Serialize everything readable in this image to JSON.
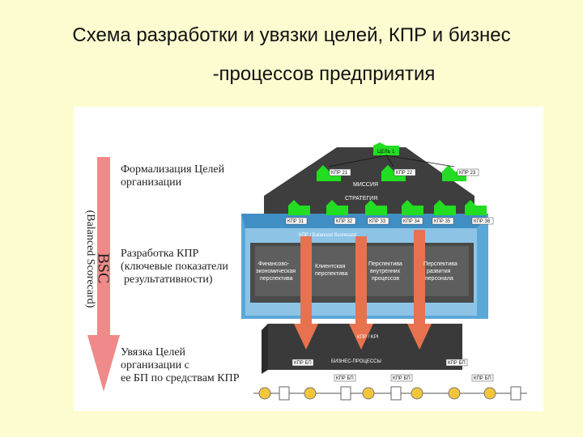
{
  "title": {
    "line1": "Схема разработки и увязки целей, КПР и бизнес",
    "line2": "-процессов предприятия"
  },
  "side": {
    "bsc_label": "BSC",
    "bsc_full": "(Balanced Scorecard)"
  },
  "labels": {
    "formalization": [
      "Формализация Целей",
      "организации"
    ],
    "kpr": [
      "Разработка КПР",
      "(ключевые показатели",
      "результативности)"
    ],
    "link": [
      "Увязка Целей",
      "организации с",
      "ее БП по средствам КПР"
    ]
  },
  "diagram": {
    "goal_top": "ЦЕЛЬ 1",
    "mission": "МИССИЯ",
    "strategy": "СТРАТЕГИЯ",
    "bsc_band": "КПР / Balanced Scorecard",
    "kpr_level2": [
      "КПР 21",
      "КПР 22",
      "КПР 23"
    ],
    "kpr_level3": [
      "КПР 31",
      "КПР 32",
      "КПР 33",
      "КПР 34",
      "КПР 35",
      "КПР 36"
    ],
    "perspectives": [
      [
        "Финансово-",
        "экономическая",
        "перспектива"
      ],
      [
        "Клиентская",
        "перспектива"
      ],
      [
        "Перспектива",
        "внутренних",
        "процессов"
      ],
      [
        "Перспектива",
        "развития",
        "персонала"
      ]
    ],
    "kpi_band": "КПР / KPI",
    "business_processes": "БИЗНЕС-ПРОЦЕССЫ",
    "kpr_bp": [
      "КПР БП",
      "КПР БП",
      "КПР БП",
      "КПР БП",
      "КПР БП"
    ]
  },
  "colors": {
    "background": "#fdfcd0",
    "node_green": "#22dd22",
    "band_blue": "#5aa8d8",
    "arrow_red": "#e8724f",
    "pyramid_dark": "#3c3c3c",
    "circle_yellow": "#f3c63a"
  }
}
